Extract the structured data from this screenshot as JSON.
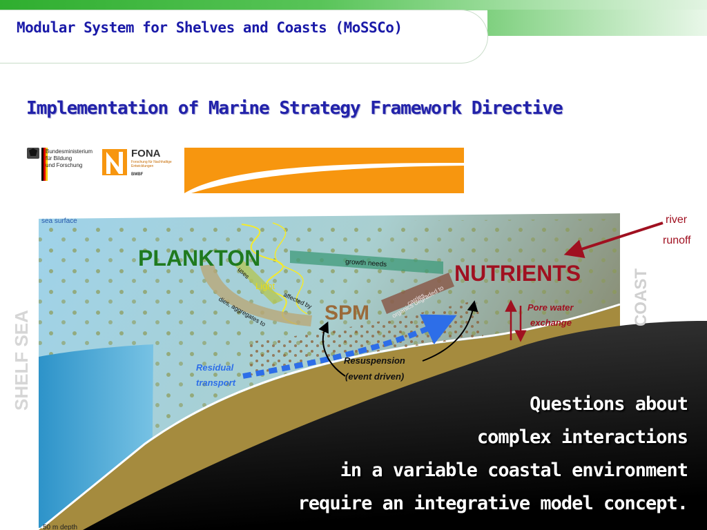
{
  "header": {
    "title": "Modular System for Shelves and Coasts (MoSSCo)"
  },
  "subtitle": "Implementation of Marine Strategy Framework Directive",
  "logos": {
    "bmbf_text": "Bundesministerium\nfür Bildung\nund Forschung",
    "fona_word": "FONA",
    "fona_sub": "Forschung für Nachhaltige\nEntwicklungen",
    "fona_bmbf": "BMBF"
  },
  "diagram": {
    "sea_surface": "sea surface",
    "depth": "50 m depth",
    "shelf_sea": "SHELF SEA",
    "coast": "COAST",
    "plankton": "PLANKTON",
    "nutrients": "NUTRIENTS",
    "spm": "SPM",
    "light": "Light",
    "growth_needs": "growth needs",
    "uses": "uses",
    "affected_by": "affected by",
    "dies_aggregates_to": "dies, aggregates to",
    "carries_organics_degraded_to": "carries,\norganics degraded to",
    "river_runoff_1": "river",
    "river_runoff_2": "runoff",
    "pore_water_1": "Pore water",
    "pore_water_2": "exchange",
    "residual_1": "Residual",
    "residual_2": "transport",
    "resuspension_1": "Resuspension",
    "resuspension_2": "(event driven)",
    "carries_line1": "carries,",
    "carries_line2": "organics degraded to"
  },
  "questions": [
    "Questions about",
    "complex interactions",
    "in a variable coastal environment",
    "require an integrative model concept."
  ],
  "colors": {
    "title_blue": "#1a1aa8",
    "plankton_green": "#1f7a1f",
    "nutrients_red": "#a01020",
    "spm_brown": "#9a6a3a",
    "banner_orange": "#f7960f"
  }
}
